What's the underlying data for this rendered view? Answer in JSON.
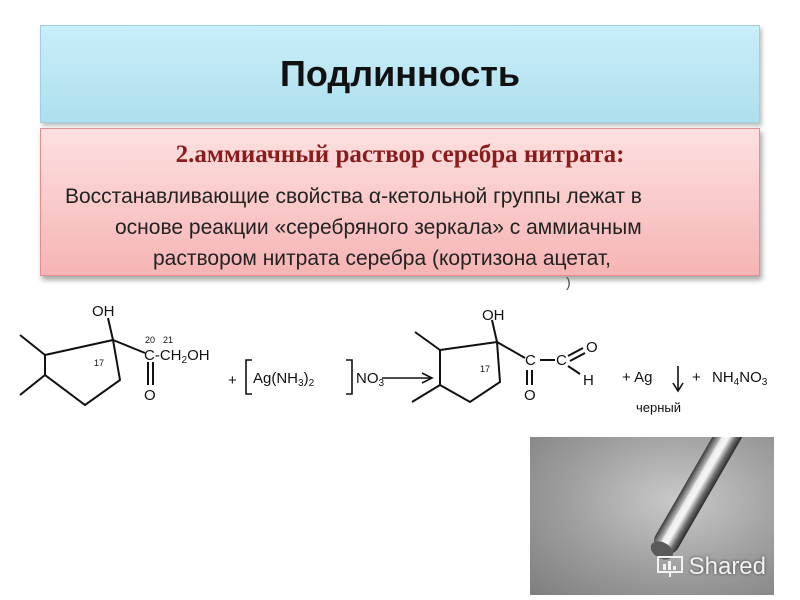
{
  "slide": {
    "title": "Подлинность",
    "heading": "2.аммиачный раствор серебра нитрата:",
    "body_lines": [
      "Восстанавливающие свойства α-кетольной группы лежат в",
      "основе реакции «серебряного зеркала» с аммиачным",
      "раствором нитрата серебра  (кортизона ацетат,"
    ],
    "cut_char": ")"
  },
  "scheme": {
    "reactant_oh": "OH",
    "reactant_c20": "20",
    "reactant_c21": "21",
    "reactant_chain": "C-CH",
    "reactant_chain_sub": "2",
    "reactant_chain_end": "OH",
    "reactant_c17": "17",
    "reactant_o": "O",
    "plus1": "+",
    "reagent_ag": "Ag(NH",
    "reagent_sub": "3",
    "reagent_close": ")",
    "reagent_sub2": "2",
    "reagent_no3": "NO",
    "reagent_no3_sub": "3",
    "product_oh": "OH",
    "product_c17": "17",
    "product_c": "C",
    "product_c2": "C",
    "product_o_top": "O",
    "product_o_bottom": "O",
    "product_h": "H",
    "plus2": "+ Ag",
    "plus3": "+",
    "nh4": "NH",
    "nh4_sub": "4",
    "no3": "NO",
    "no3_sub": "3",
    "black_label": "черный"
  },
  "watermark": {
    "text": "Shared",
    "icon": "presentation-icon"
  }
}
